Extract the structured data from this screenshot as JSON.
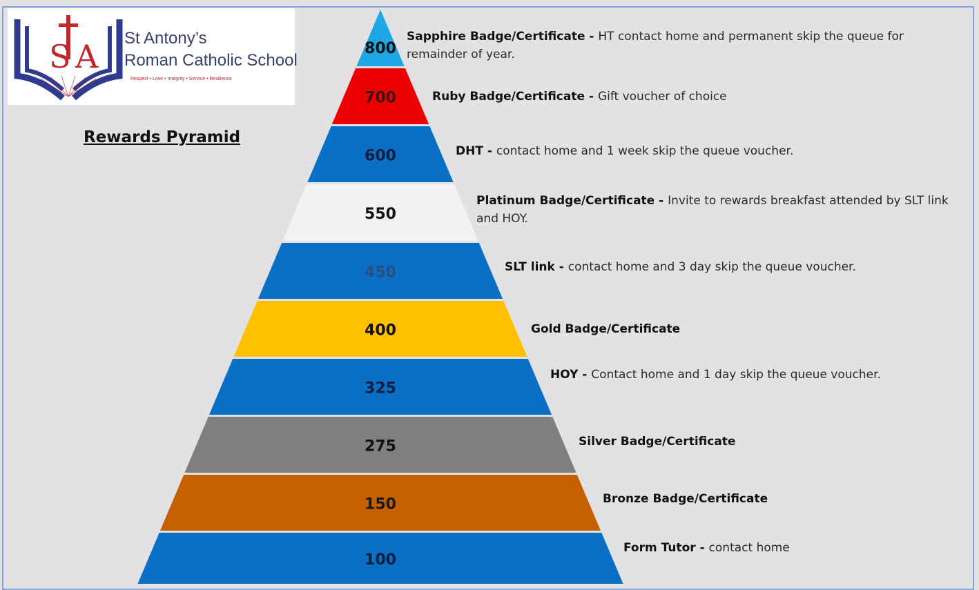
{
  "school": {
    "name_line1": "St Antony’s",
    "name_line2": "Roman Catholic School",
    "monogram": "STA",
    "motto": "Respect • Love • Integrity • Service • Resilience"
  },
  "title": "Rewards Pyramid",
  "colors": {
    "sapphire": "#1ea7e4",
    "ruby": "#ee0000",
    "blue": "#0b6fc6",
    "platinum": "#f2f2f2",
    "gold": "#ffc000",
    "silver": "#7f7f7f",
    "bronze": "#c65f00",
    "background": "#e2e2e4"
  },
  "tiers": [
    {
      "value": "800",
      "title": "Sapphire Badge/Certificate",
      "separator": " - ",
      "description": "HT contact home and permanent skip the queue for",
      "description_2": "remainder of year.",
      "color": "#1ea7e4",
      "text_color": "#111111"
    },
    {
      "value": "700",
      "title": "Ruby Badge/Certificate",
      "separator": " - ",
      "description": "Gift voucher of choice",
      "color": "#ee0000",
      "text_color": "#3a1010"
    },
    {
      "value": "600",
      "title": "DHT",
      "separator": " - ",
      "description": "contact home and  1 week skip the queue voucher.",
      "color": "#0b6fc6",
      "text_color": "#0c1f3c"
    },
    {
      "value": "550",
      "title": "Platinum Badge/Certificate",
      "separator": " - ",
      "description": "Invite to rewards breakfast attended by SLT link",
      "description_2": "and HOY.",
      "color": "#f2f2f2",
      "text_color": "#111111"
    },
    {
      "value": "450",
      "title": "SLT link",
      "separator": " - ",
      "description": "contact home and 3 day skip the queue voucher.",
      "color": "#0b6fc6",
      "text_color": "#2b4e7c"
    },
    {
      "value": "400",
      "title": "Gold Badge/Certificate",
      "separator": "",
      "description": "",
      "color": "#ffc000",
      "text_color": "#111111"
    },
    {
      "value": "325",
      "title": "HOY",
      "separator": " - ",
      "description": "Contact home and 1 day skip the queue voucher.",
      "color": "#0b6fc6",
      "text_color": "#0c1f3c"
    },
    {
      "value": "275",
      "title": "Silver Badge/Certificate",
      "separator": "",
      "description": "",
      "color": "#7f7f7f",
      "text_color": "#111111"
    },
    {
      "value": "150",
      "title": "Bronze Badge/Certificate",
      "separator": "",
      "description": "",
      "color": "#c65f00",
      "text_color": "#1a1a1a"
    },
    {
      "value": "100",
      "title": "Form Tutor",
      "separator": " - ",
      "description": "contact home",
      "color": "#0b6fc6",
      "text_color": "#0c1f3c"
    }
  ]
}
